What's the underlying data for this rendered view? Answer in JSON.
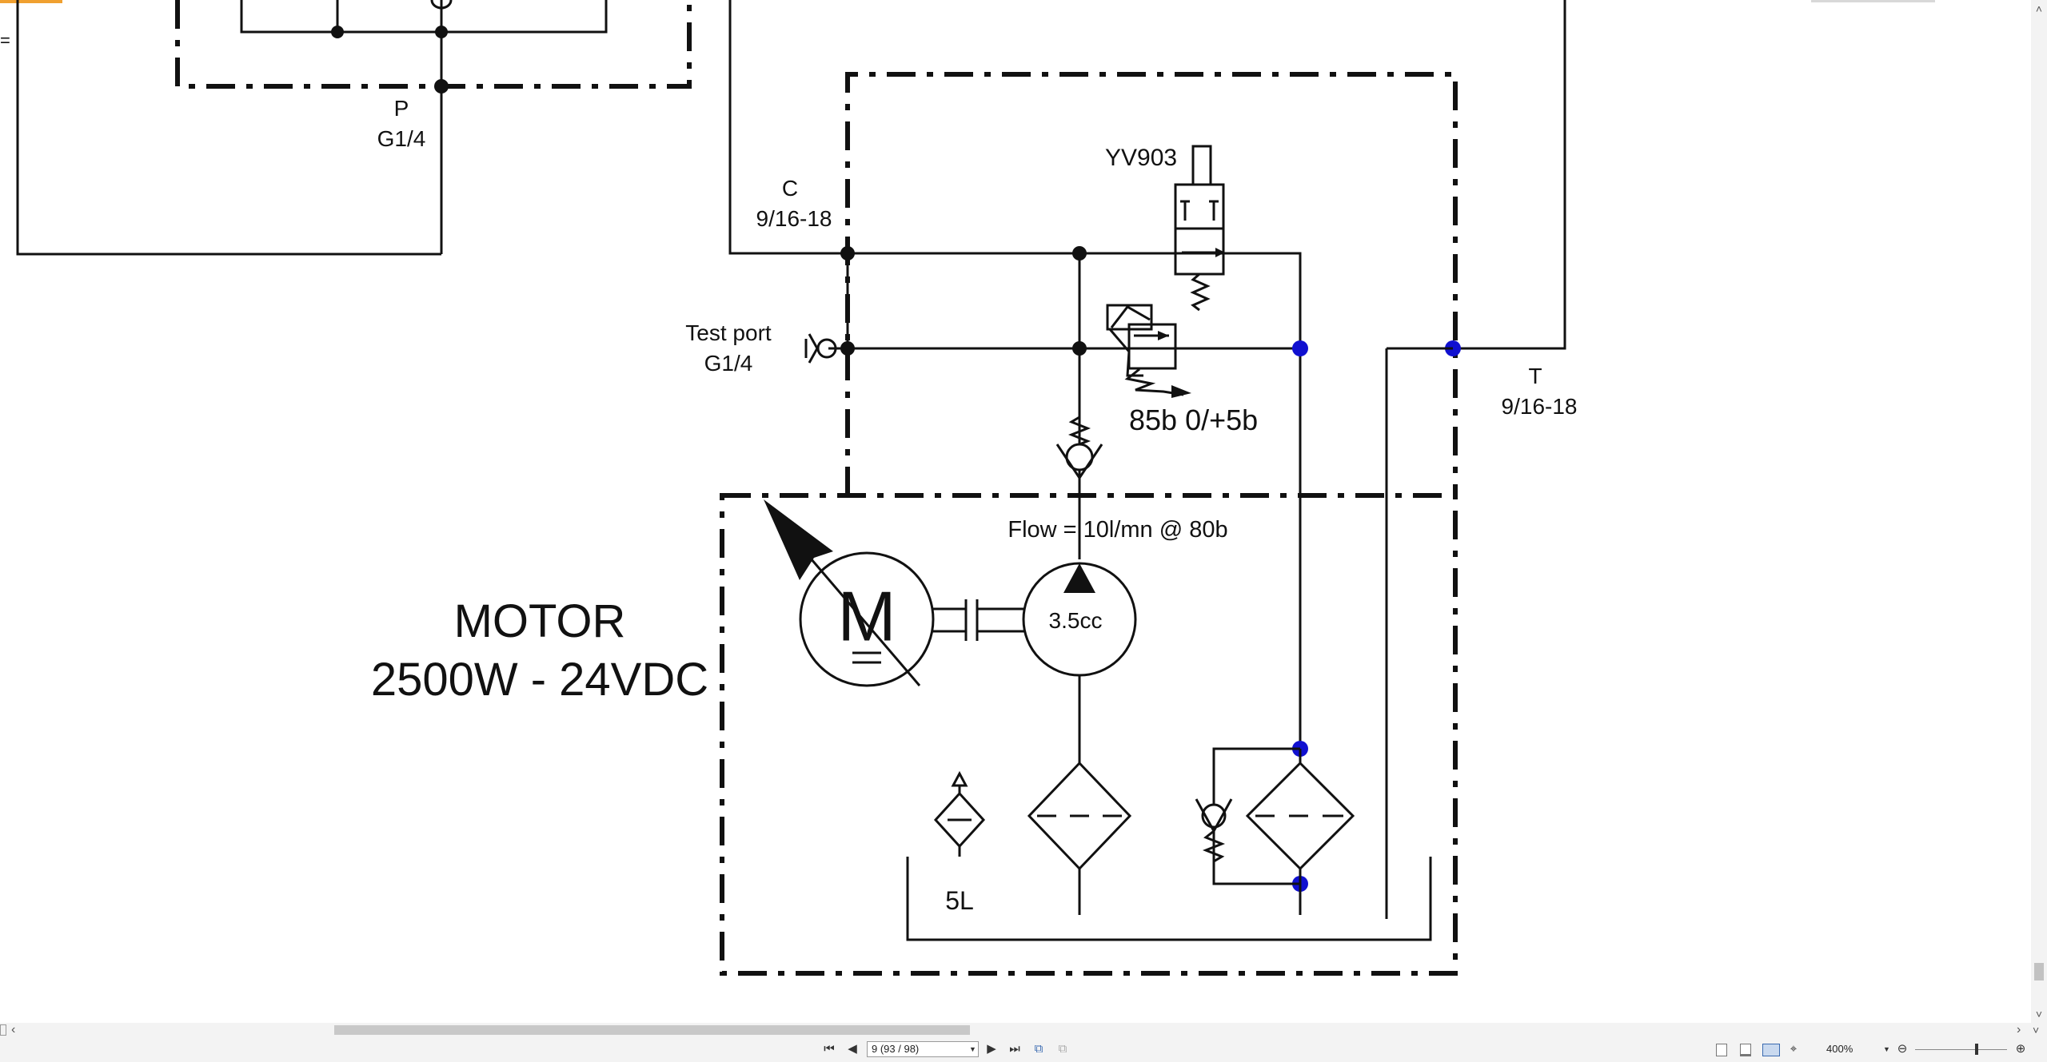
{
  "diagram": {
    "port_p": "P",
    "port_p_thread": "G1/4",
    "port_c": "C",
    "port_c_thread": "9/16-18",
    "test_port_line1": "Test port",
    "test_port_line2": "G1/4",
    "valve_label": "YV903",
    "relief_setting": "85b 0/+5b",
    "port_t": "T",
    "port_t_thread": "9/16-18",
    "flow_label": "Flow = 10l/mn @ 80b",
    "motor_symbol": "M",
    "motor_title": "MOTOR",
    "motor_rating": "2500W - 24VDC",
    "pump_displacement": "3.5cc",
    "tank_volume": "5L"
  },
  "toolbar": {
    "page_indicator": "9 (93 / 98)",
    "zoom": "400%",
    "icons": [
      "first-page-icon",
      "prev-page-icon",
      "next-page-icon",
      "last-page-icon",
      "previous-view-icon",
      "next-view-icon",
      "single-page-icon",
      "continuous-page-icon",
      "facing-pages-icon",
      "continuous-facing-icon",
      "zoom-out-icon",
      "zoom-in-icon"
    ]
  },
  "colors": {
    "junction_blue": "#1010d0",
    "line": "#111111",
    "accent_tab": "#f0a030"
  }
}
